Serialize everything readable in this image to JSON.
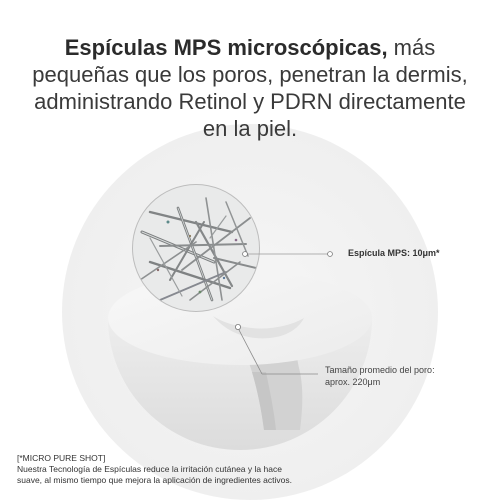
{
  "headline": {
    "bold": "Espículas MPS microscópicas,",
    "regular": " más pequeñas que los poros, penetran la dermis, administrando Retinol y PDRN directamente en la piel."
  },
  "labels": {
    "spicule": "Espícula MPS: 10μm*",
    "pore_line1": "Tamaño promedio del poro:",
    "pore_line2": "aprox. 220μm"
  },
  "footnote": {
    "title": "[*MICRO PURE SHOT]",
    "line1": "Nuestra Tecnología de Espículas reduce la irritación cutánea y la hace",
    "line2": "suave, al mismo tiempo que mejora la aplicación de ingredientes activos."
  },
  "colors": {
    "background": "#ffffff",
    "bg_circle": "#f3f3f3",
    "hemisphere": "#e6e6e6",
    "text": "#333333"
  }
}
